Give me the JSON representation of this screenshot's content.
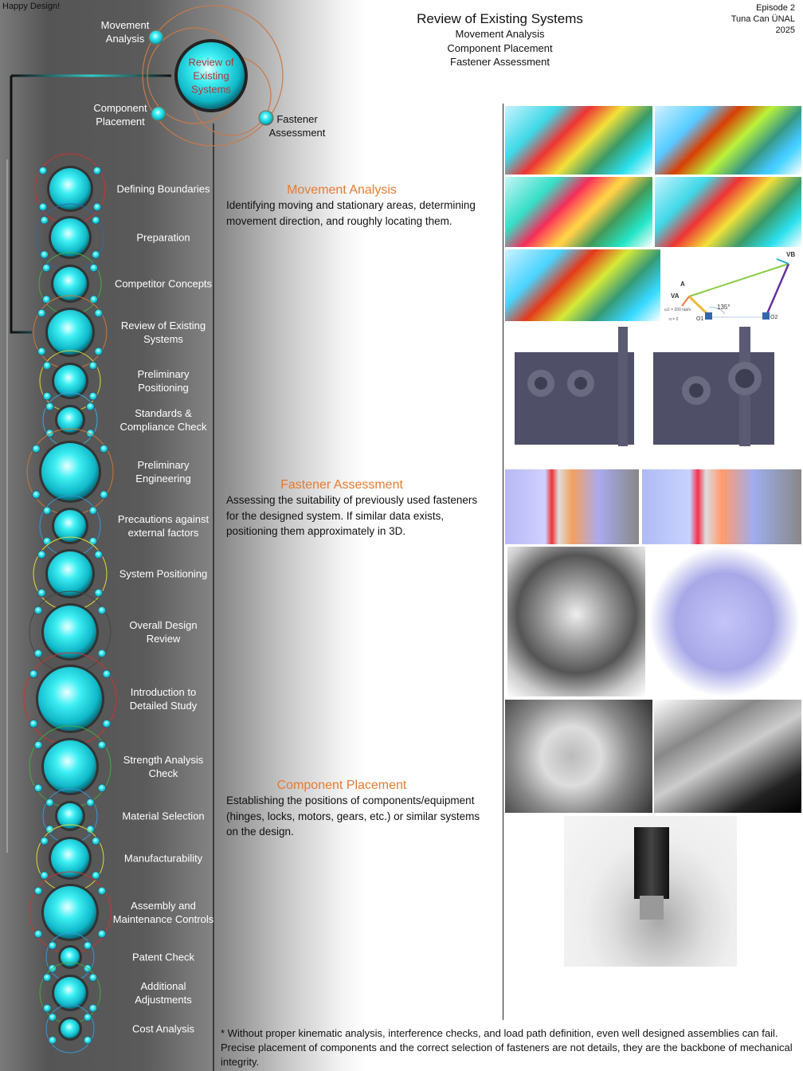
{
  "header": {
    "tagline": "Happy Design!",
    "title": "Review of Existing Systems",
    "subtitles": [
      "Movement Analysis",
      "Component Placement",
      "Fastener Assessment"
    ],
    "episode": "Episode 2",
    "author": "Tuna Can ÜNAL",
    "year": "2025"
  },
  "focus_diagram": {
    "center": "Review of Existing Systems",
    "satellites": [
      "Movement Analysis",
      "Component Placement",
      "Fastener Assessment"
    ]
  },
  "steps": [
    "Defining Boundaries",
    "Preparation",
    "Competitor Concepts",
    "Review of Existing Systems",
    "Preliminary Positioning",
    "Standards & Compliance Check",
    "Preliminary Engineering",
    "Precautions against external factors",
    "System Positioning",
    "Overall Design Review",
    "Introduction to Detailed Study",
    "Strength Analysis Check",
    "Material Selection",
    "Manufacturability",
    "Assembly and Maintenance Controls",
    "Patent Check",
    "Additional Adjustments",
    "Cost Analysis"
  ],
  "sections": [
    {
      "heading": "Movement Analysis",
      "body": "Identifying moving and stationary areas, determining movement direction, and roughly locating them."
    },
    {
      "heading": "Fastener Assessment",
      "body": "Assessing the suitability of previously used fasteners for the designed system. If similar data exists, positioning them approximately in 3D."
    },
    {
      "heading": "Component Placement",
      "body": "Establishing the positions of components/equipment  (hinges, locks, motors, gears, etc.) or similar systems on the design."
    }
  ],
  "kinematic": {
    "A": "A",
    "VA": "VA",
    "VB": "VB",
    "angle": "135°",
    "O1": "O1",
    "O2": "O2",
    "omega": "ω1 = 200 rad/s",
    "alpha": "α = 0"
  },
  "note": "* Without proper kinematic analysis, interference checks, and load path definition, even well designed assemblies can fail. Precise placement of components and the correct selection of fasteners are not details, they are the backbone of mechanical integrity.",
  "colors": {
    "accent": "#e87a2e",
    "sphere": "#22e4ee"
  }
}
